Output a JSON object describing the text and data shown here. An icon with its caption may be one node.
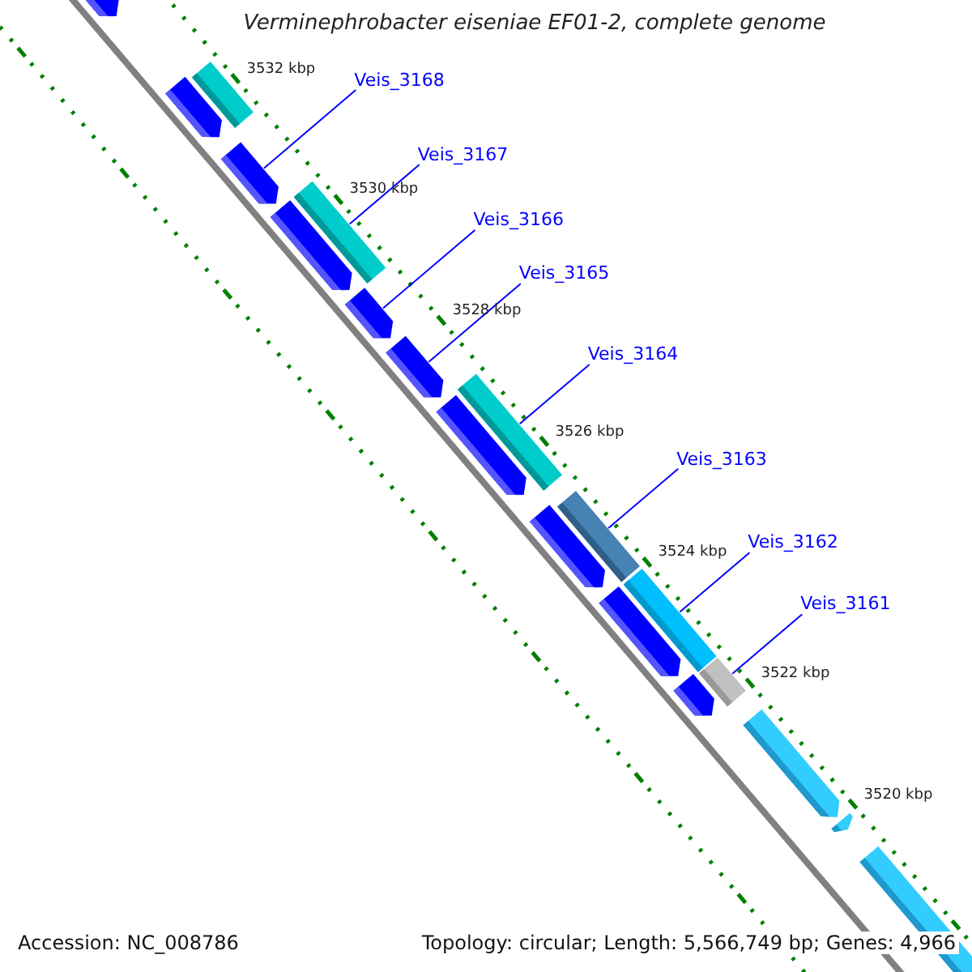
{
  "diagram": {
    "title": "Verminephrobacter eiseniae EF01-2, complete genome",
    "nodes": [
      {
        "text": [
          "Veis_3168"
        ]
      },
      {
        "text": [
          "Veis_3167"
        ]
      },
      {
        "text": [
          "Veis_3166"
        ]
      },
      {
        "text": [
          "Veis_3165"
        ]
      },
      {
        "text": [
          "Veis_3164"
        ]
      },
      {
        "text": [
          "Veis_3163"
        ]
      },
      {
        "text": [
          "Veis_3162"
        ]
      },
      {
        "text": [
          "Veis_3161"
        ]
      },
      {
        "text": [],
        "shape": "bar"
      },
      {
        "text": [],
        "shape": "bar"
      },
      {
        "text": [],
        "shape": "bar"
      },
      {
        "text": [],
        "shape": "bar"
      },
      {
        "text": [],
        "shape": "bar"
      },
      {
        "text": [],
        "shape": "bar"
      },
      {
        "text": [],
        "shape": "bar"
      },
      {
        "text": [],
        "shape": "bar"
      },
      {
        "text": [],
        "shape": "bar"
      },
      {
        "text": [],
        "shape": "bar"
      },
      {
        "text": [],
        "shape": "bar"
      },
      {
        "text": [],
        "shape": "bar"
      },
      {
        "text": [],
        "shape": "bar"
      },
      {
        "text": [],
        "shape": "bar"
      },
      {
        "text": [],
        "shape": "bar"
      },
      {
        "text": [],
        "shape": "bar"
      },
      {
        "text": [],
        "shape": "bar"
      },
      {
        "text": [],
        "shape": "bar"
      },
      {
        "text": [],
        "shape": "bar"
      }
    ],
    "edges": [
      {
        "from": 0,
        "to": 11,
        "arrow": "none"
      },
      {
        "from": 1,
        "to": 13,
        "arrow": "none"
      },
      {
        "from": 2,
        "to": 14,
        "arrow": "none"
      },
      {
        "from": 3,
        "to": 15,
        "arrow": "none"
      },
      {
        "from": 4,
        "to": 16,
        "arrow": "none"
      },
      {
        "from": 5,
        "to": 19,
        "arrow": "none"
      },
      {
        "from": 6,
        "to": 21,
        "arrow": "none"
      },
      {
        "from": 7,
        "to": 23,
        "arrow": "none"
      }
    ],
    "labels": [
      "3532 kbp",
      "3530 kbp",
      "3528 kbp",
      "3526 kbp",
      "3524 kbp",
      "3522 kbp",
      "3520 kbp",
      "Accession: NC_008786",
      "Topology: circular; Length: 5,566,749 bp; Genes: 4,966"
    ]
  }
}
